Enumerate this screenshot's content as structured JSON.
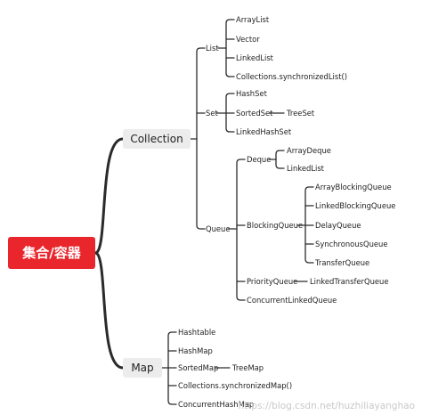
{
  "colors": {
    "root_fill": "#e8262c",
    "mid_fill": "#ececec",
    "line": "#2b2b2b",
    "text": "#222222",
    "watermark": "#c8c8c8"
  },
  "root": {
    "label": "集合/容器",
    "children": [
      {
        "label": "Collection",
        "children": [
          {
            "label": "List",
            "children": [
              {
                "label": "ArrayList"
              },
              {
                "label": "Vector"
              },
              {
                "label": "LinkedList"
              },
              {
                "label": "Collections.synchronizedList()"
              }
            ]
          },
          {
            "label": "Set",
            "children": [
              {
                "label": "HashSet"
              },
              {
                "label": "SortedSet",
                "children": [
                  {
                    "label": "TreeSet"
                  }
                ]
              },
              {
                "label": "LinkedHashSet"
              }
            ]
          },
          {
            "label": "Queue",
            "children": [
              {
                "label": "Deque",
                "children": [
                  {
                    "label": "ArrayDeque"
                  },
                  {
                    "label": "LinkedList"
                  }
                ]
              },
              {
                "label": "BlockingQueue",
                "children": [
                  {
                    "label": "ArrayBlockingQueue"
                  },
                  {
                    "label": "LinkedBlockingQueue"
                  },
                  {
                    "label": "DelayQueue"
                  },
                  {
                    "label": "SynchronousQueue"
                  },
                  {
                    "label": "TransferQueue"
                  }
                ]
              },
              {
                "label": "PriorityQueue",
                "children": [
                  {
                    "label": "LinkedTransferQueue"
                  }
                ]
              },
              {
                "label": "ConcurrentLinkedQueue"
              }
            ]
          }
        ]
      },
      {
        "label": "Map",
        "children": [
          {
            "label": "Hashtable"
          },
          {
            "label": "HashMap"
          },
          {
            "label": "SortedMap",
            "children": [
              {
                "label": "TreeMap"
              }
            ]
          },
          {
            "label": "Collections.synchronizedMap()"
          },
          {
            "label": "ConcurrentHashMap"
          }
        ]
      }
    ]
  },
  "watermark": "https://blog.csdn.net/huzhiliayanghao"
}
